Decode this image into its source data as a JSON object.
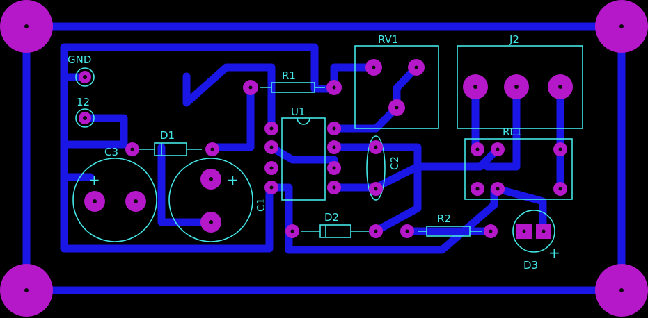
{
  "labels": {
    "gnd": "GND",
    "v12": "12",
    "r1": "R1",
    "rv1": "RV1",
    "j2": "J2",
    "u1": "U1",
    "d1": "D1",
    "c3": "C3",
    "c1": "C1",
    "c2": "C2",
    "rl1": "RL1",
    "d2": "D2",
    "r2": "R2",
    "d3": "D3"
  },
  "polarity_marks": {
    "c3_plus": "+",
    "c1_plus": "+",
    "d3_plus": "+"
  },
  "colors": {
    "background": "#000000",
    "copper": "#1a16e6",
    "pad": "#b418c8",
    "silkscreen": "#45e6e6"
  }
}
